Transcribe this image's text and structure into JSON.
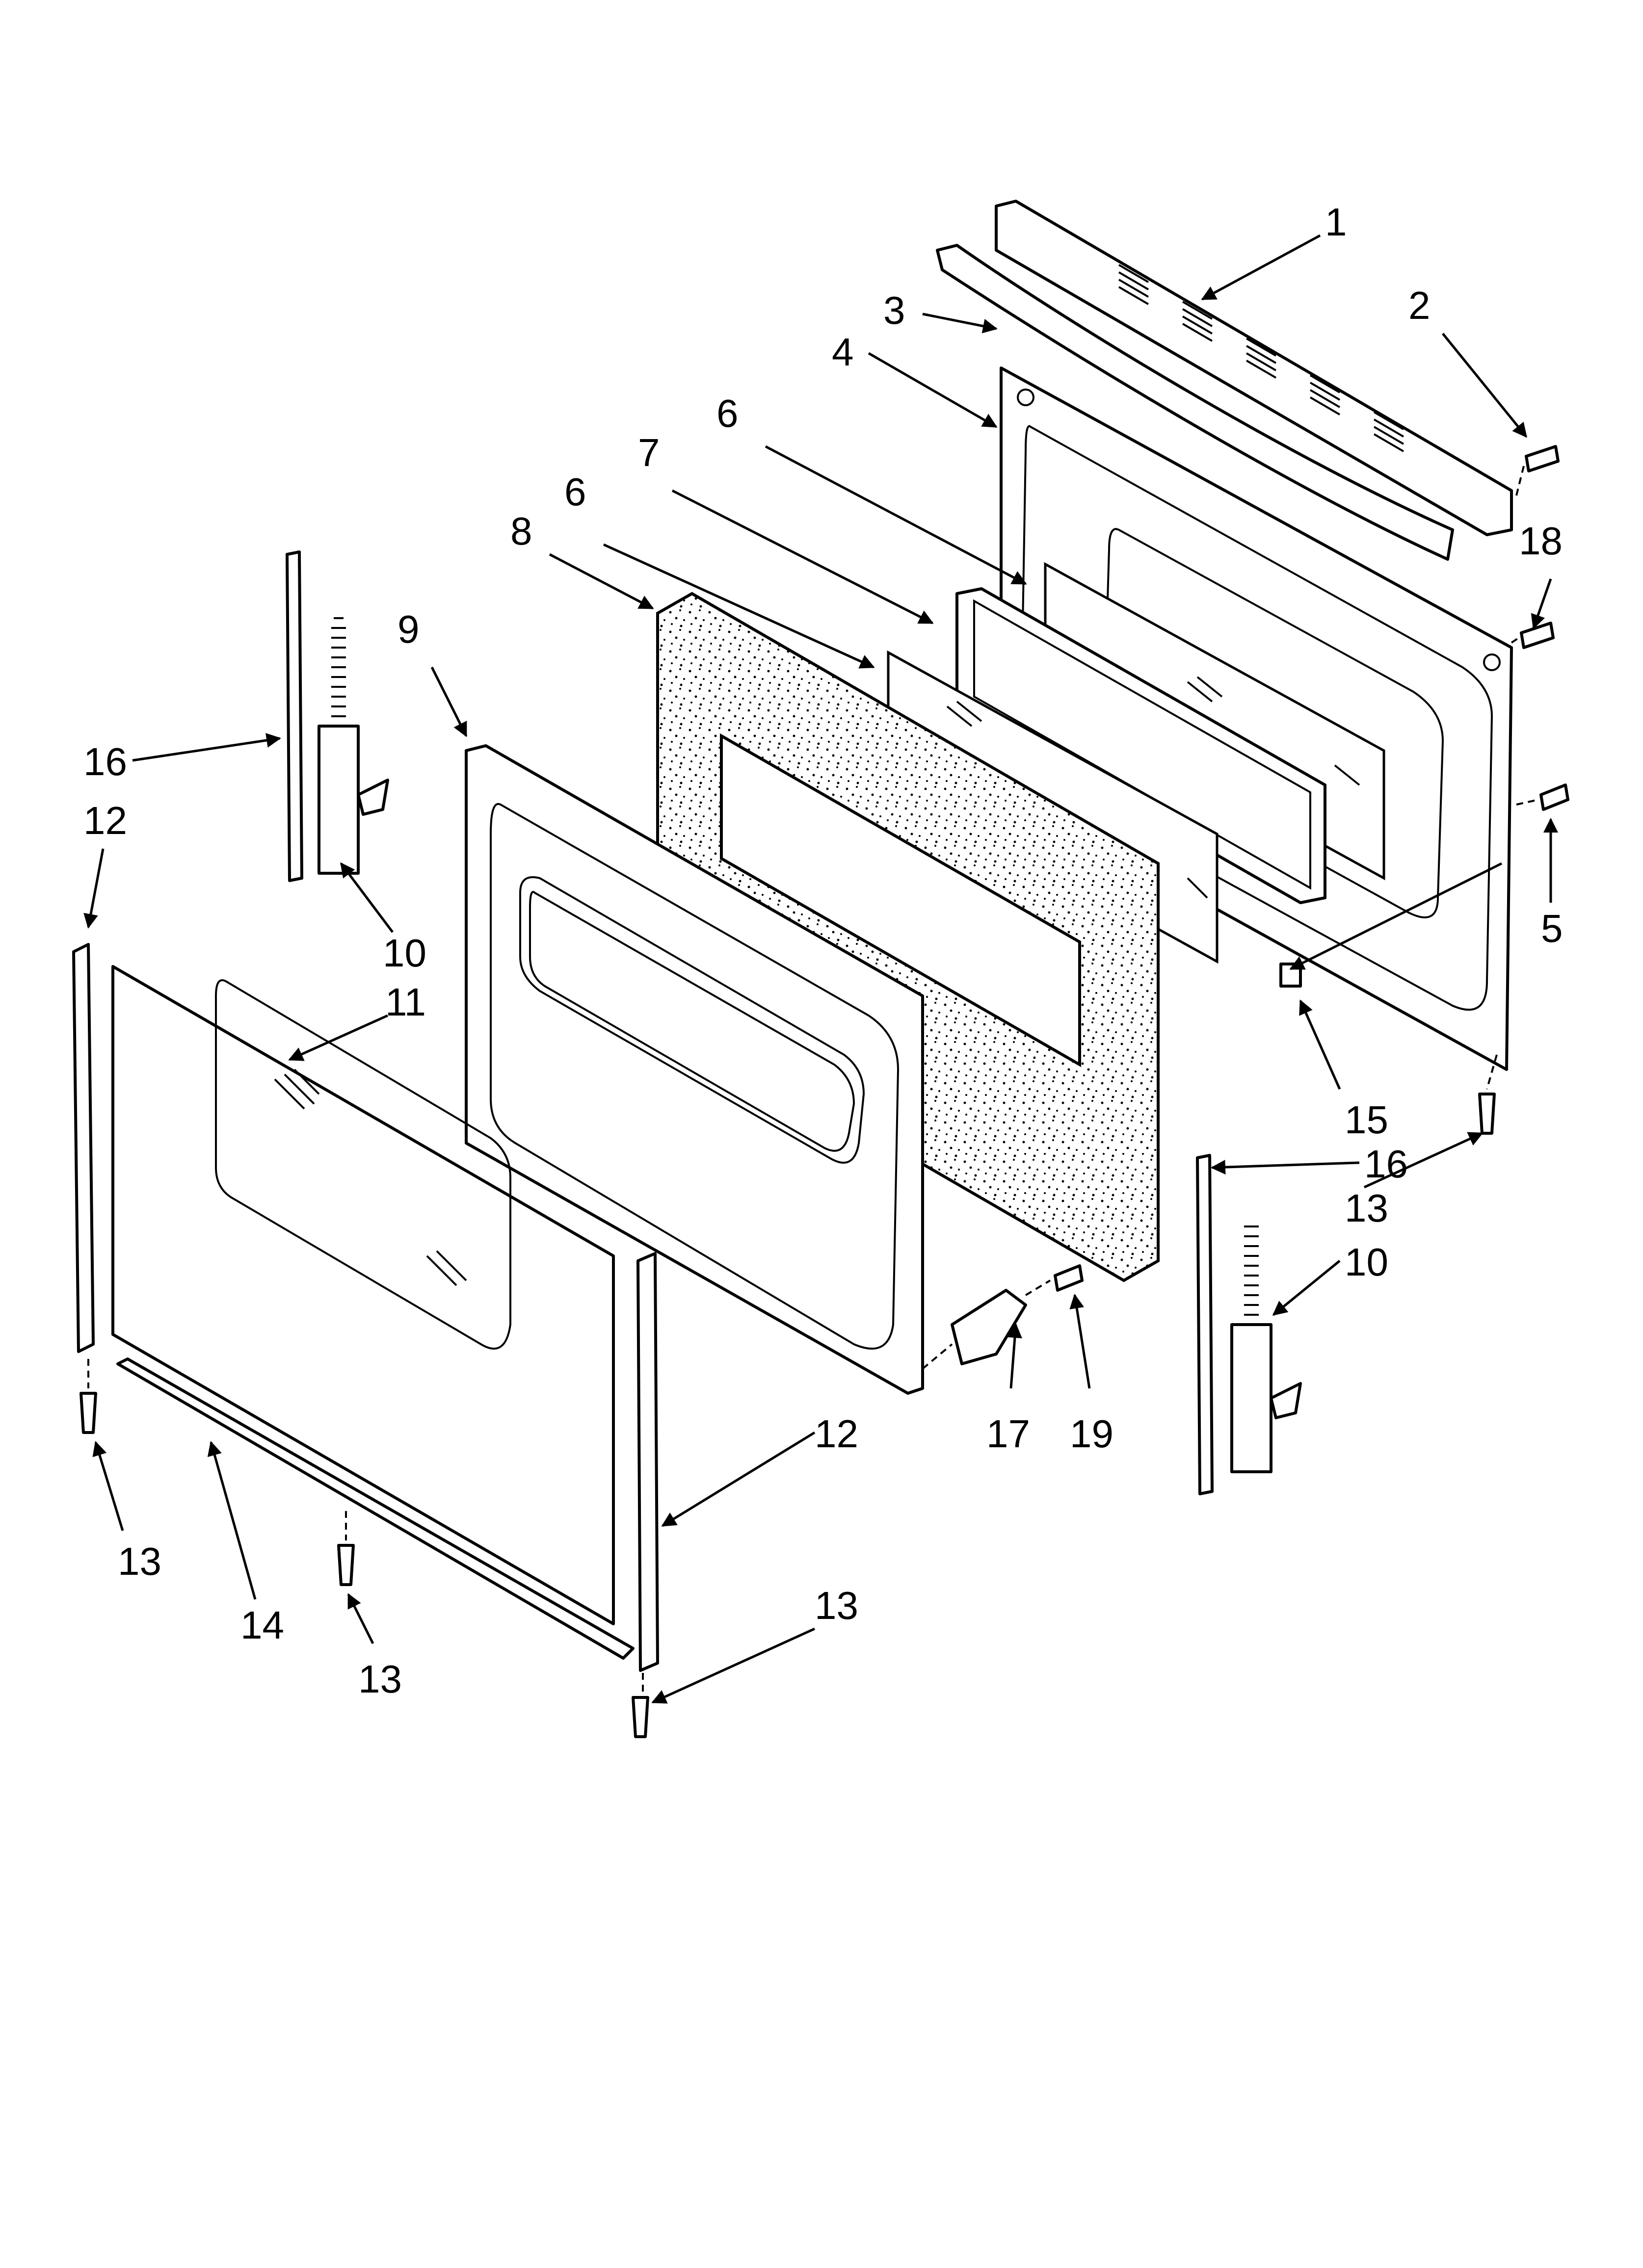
{
  "callouts": {
    "c1": "1",
    "c2": "2",
    "c3": "3",
    "c4": "4",
    "c5": "5",
    "c6a": "6",
    "c6b": "6",
    "c7": "7",
    "c8": "8",
    "c9": "9",
    "c10a": "10",
    "c10b": "10",
    "c11": "11",
    "c12a": "12",
    "c12b": "12",
    "c13a": "13",
    "c13b": "13",
    "c13c": "13",
    "c13d": "13",
    "c14": "14",
    "c15": "15",
    "c16a": "16",
    "c16b": "16",
    "c17": "17",
    "c18": "18",
    "c19": "19"
  }
}
